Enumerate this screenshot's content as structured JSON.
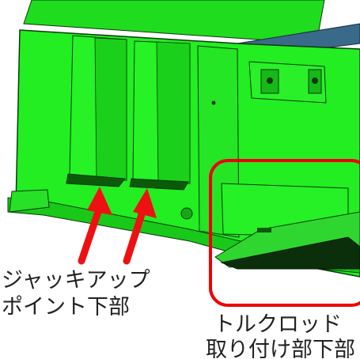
{
  "annotations": {
    "jack_point": {
      "line1": "ジャッキアップ",
      "line2": "ポイント下部"
    },
    "torque_rod": {
      "line1": "トルクロッド",
      "line2": "取り付け部下部"
    }
  },
  "colors": {
    "body_green": "#22ee22",
    "shadow_green": "#0a7a0a",
    "arrow_red": "#ee1111",
    "highlight_box": "#ee0000",
    "edge_dark": "#0c3a0c",
    "background": "#ffffff"
  }
}
